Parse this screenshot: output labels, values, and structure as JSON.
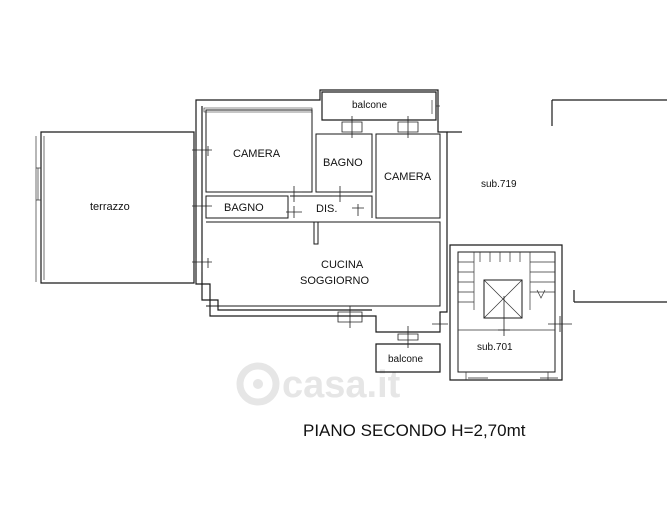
{
  "rooms": {
    "terrazzo": "terrazzo",
    "camera_left": "CAMERA",
    "bagno_top": "BAGNO",
    "camera_right": "CAMERA",
    "bagno_left": "BAGNO",
    "dis": "DIS.",
    "cucina_line1": "CUCINA",
    "cucina_line2": "SOGGIORNO",
    "balcone_top": "balcone",
    "balcone_bottom": "balcone",
    "sub719": "sub.719",
    "sub701": "sub.701"
  },
  "title": "PIANO SECONDO H=2,70mt",
  "watermark": "casa.it",
  "colors": {
    "lines": "#1a1a1a",
    "watermark": "#e6e6e6"
  }
}
